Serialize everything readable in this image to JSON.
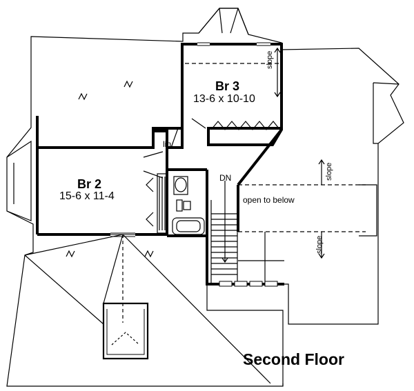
{
  "plan": {
    "title": "Second Floor",
    "rooms": [
      {
        "id": "br3",
        "name": "Br  3",
        "dims": "13-6 x 10-10"
      },
      {
        "id": "br2",
        "name": "Br  2",
        "dims": "15-6 x 11-4"
      }
    ],
    "labels": {
      "linen": "lin.",
      "stair_down": "DN",
      "open_to_below": "open to below",
      "slope": "slope"
    },
    "colors": {
      "line": "#000000",
      "background": "#ffffff"
    }
  }
}
